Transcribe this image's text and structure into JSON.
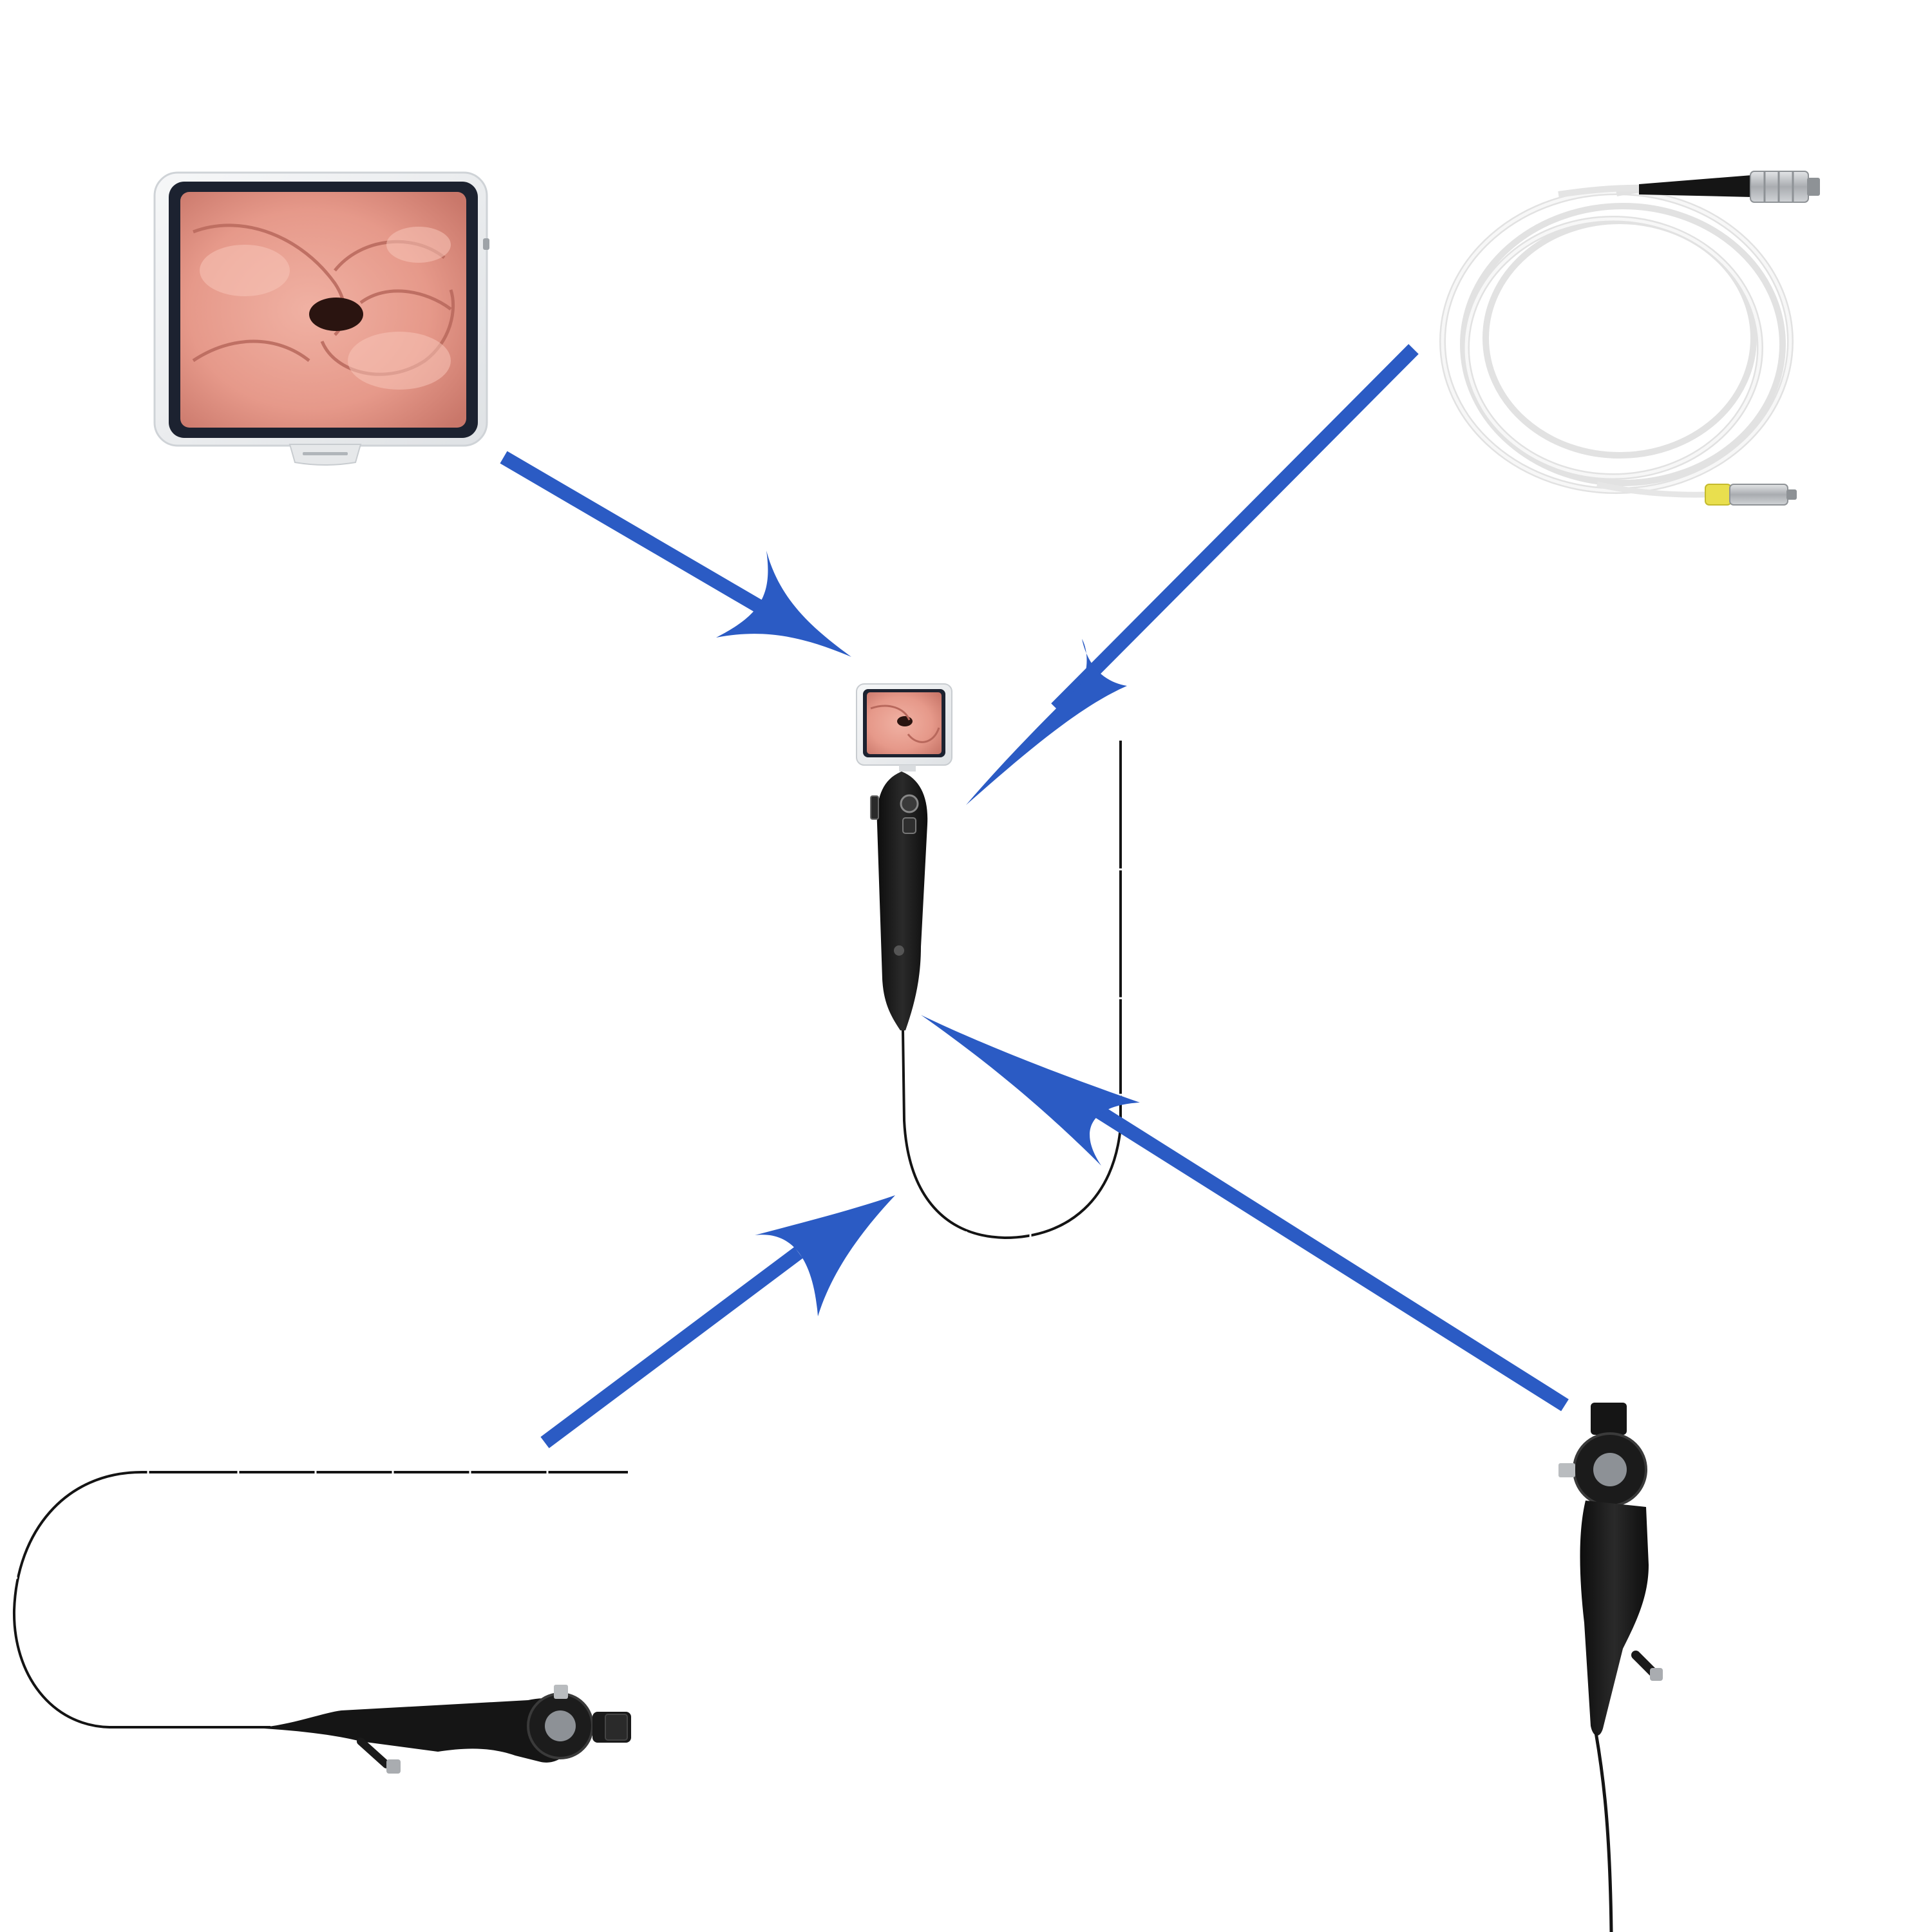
{
  "diagram": {
    "kind": "product-assembly",
    "colors": {
      "arrow": "#2b5bc4",
      "background": "#ffffff",
      "device_black": "#151515",
      "monitor_bezel": "#eef0f2",
      "monitor_frame": "#1c2230",
      "tissue_base": "#e79a8c",
      "tissue_dark": "#c76c60",
      "cable_white": "#f2f2f2",
      "connector_silver": "#b9bcbf",
      "connector_yellow": "#e9df4e"
    },
    "components": [
      {
        "id": "monitor",
        "icon": "display-monitor-icon"
      },
      {
        "id": "cable",
        "icon": "coiled-cable-icon"
      },
      {
        "id": "center-endoscope",
        "icon": "endoscope-with-screen-icon"
      },
      {
        "id": "horizontal-endoscope",
        "icon": "endoscope-icon"
      },
      {
        "id": "vertical-endoscope",
        "icon": "endoscope-icon"
      }
    ],
    "arrows": [
      {
        "from": "monitor",
        "to": "center-endoscope"
      },
      {
        "from": "cable",
        "to": "center-endoscope"
      },
      {
        "from": "horizontal-endoscope",
        "to": "center-endoscope"
      },
      {
        "from": "vertical-endoscope",
        "to": "center-endoscope"
      }
    ]
  }
}
